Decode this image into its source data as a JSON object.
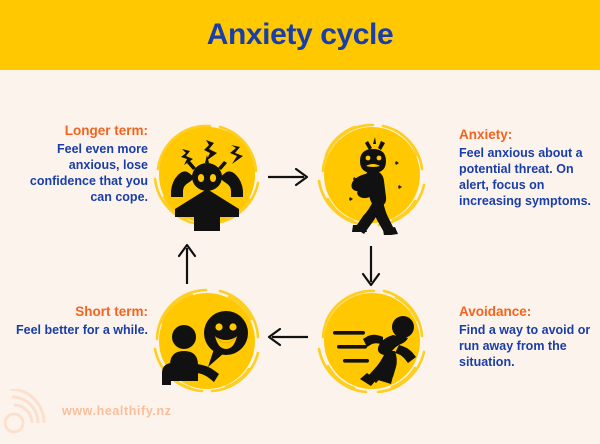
{
  "header": {
    "title": "Anxiety cycle",
    "bg_color": "#FFC800",
    "title_color": "#1A3EA8"
  },
  "page": {
    "background_color": "#FCF4EC",
    "heading_color": "#F4631E",
    "body_text_color": "#1A3EA8",
    "circle_color": "#FFC800"
  },
  "cycle": {
    "stages": [
      {
        "id": "anxiety",
        "heading": "Anxiety:",
        "body": "Feel anxious about a potential threat. On alert, focus on increasing symptoms.",
        "icon": "anxious-person-icon",
        "align": "left"
      },
      {
        "id": "avoidance",
        "heading": "Avoidance:",
        "body": "Find a way to avoid or run away from the situation.",
        "icon": "running-person-icon",
        "align": "left"
      },
      {
        "id": "short-term",
        "heading": "Short term:",
        "body": "Feel better for a while.",
        "icon": "happy-person-speech-bubble-icon",
        "align": "right"
      },
      {
        "id": "longer-term",
        "heading": "Longer term:",
        "body": "Feel even more anxious, lose confidence that you can cope.",
        "icon": "stressed-person-icon",
        "align": "right"
      }
    ],
    "arrows": [
      {
        "id": "longer-to-anxiety",
        "direction": "right"
      },
      {
        "id": "anxiety-to-avoidance",
        "direction": "down"
      },
      {
        "id": "avoidance-to-short",
        "direction": "left"
      },
      {
        "id": "short-to-longer",
        "direction": "up"
      }
    ]
  },
  "footer": {
    "url": "www.healthify.nz",
    "url_color": "#F9BE9B",
    "logo": "healthify-arcs-logo"
  }
}
